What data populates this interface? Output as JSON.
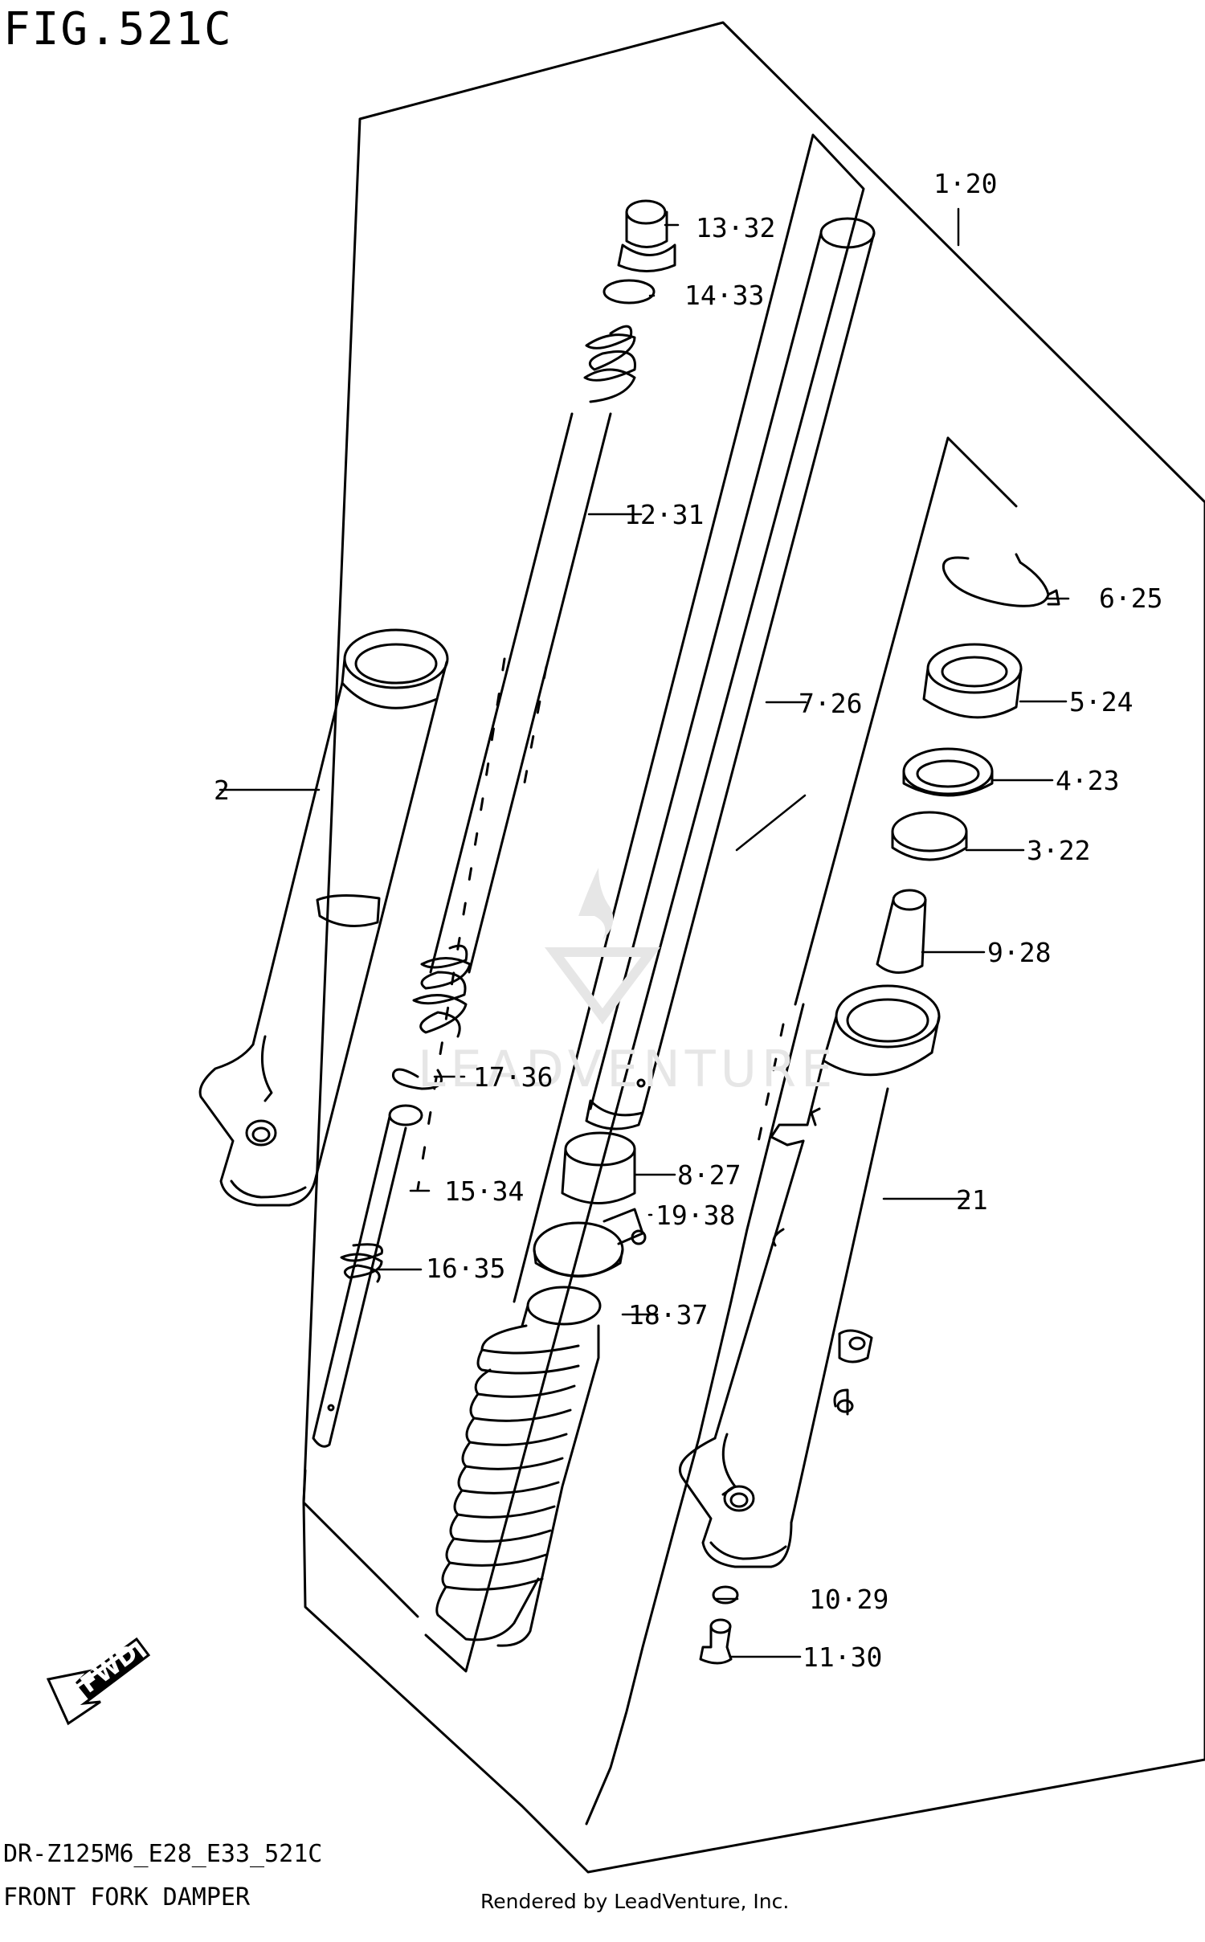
{
  "figure_title": "FIG.521C",
  "footer": {
    "model_code": "DR-Z125M6_E28_E33_521C",
    "section_name": "FRONT FORK DAMPER",
    "credit": "Rendered by LeadVenture, Inc."
  },
  "watermark": "LEADVENTURE",
  "fwd_label": "FWD",
  "callouts": {
    "c1_20": "1·20",
    "c2": "2",
    "c3_22": "3·22",
    "c4_23": "4·23",
    "c5_24": "5·24",
    "c6_25": "6·25",
    "c7_26": "7·26",
    "c8_27": "8·27",
    "c9_28": "9·28",
    "c10_29": "10·29",
    "c11_30": "11·30",
    "c12_31": "12·31",
    "c13_32": "13·32",
    "c14_33": "14·33",
    "c15_34": "15·34",
    "c16_35": "16·35",
    "c17_36": "17·36",
    "c18_37": "18·37",
    "c19_38": "19·38",
    "c21": "21"
  }
}
